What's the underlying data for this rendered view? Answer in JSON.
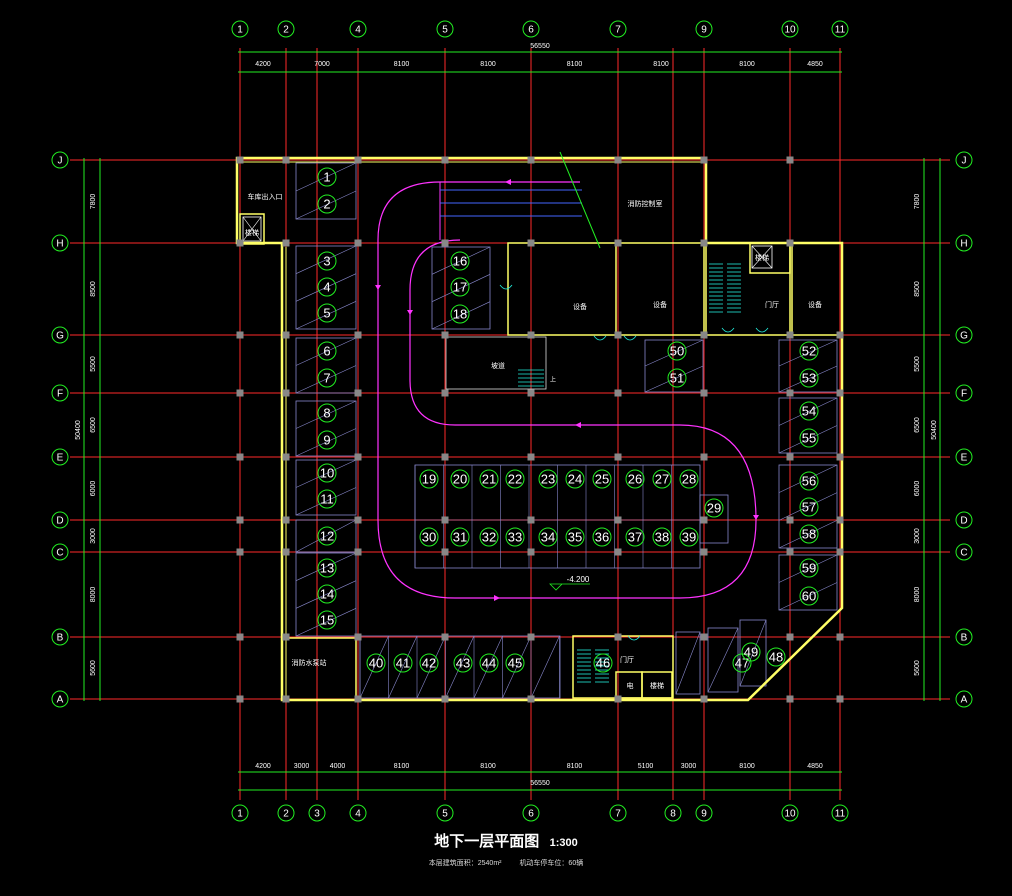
{
  "drawing": {
    "title": "地下一层平面图",
    "scale": "1:300",
    "note_area": "本层建筑面积：2540m²",
    "note_spaces": "机动车停车位：60辆",
    "level_mark": "-4.200"
  },
  "grid": {
    "col_labels_top": [
      "1",
      "2",
      "4",
      "5",
      "6",
      "7",
      "9",
      "10",
      "11"
    ],
    "col_labels_bottom": [
      "1",
      "2",
      "3",
      "4",
      "5",
      "6",
      "7",
      "8",
      "9",
      "10",
      "11"
    ],
    "row_labels": [
      "J",
      "H",
      "G",
      "F",
      "E",
      "D",
      "C",
      "B",
      "A"
    ],
    "top_total": "56550",
    "top_dims": [
      "4200",
      "7000",
      "8100",
      "8100",
      "8100",
      "8100",
      "8100",
      "4850"
    ],
    "bottom_total": "56550",
    "bottom_dims": [
      "4200",
      "3000",
      "4000",
      "8100",
      "8100",
      "8100",
      "5100",
      "3000",
      "8100",
      "4850"
    ],
    "side_dims": [
      "7800",
      "8500",
      "5500",
      "6500",
      "6000",
      "3000",
      "8000",
      "5600"
    ],
    "side_total": "50400"
  },
  "rooms": {
    "r1": "车库出入口",
    "r2": "楼梯",
    "r3": "消防控制室",
    "r4": "设备",
    "r5": "设备",
    "r6": "楼梯",
    "r7": "门厅",
    "r8": "设备",
    "r9": "坡道",
    "r10": "消防水泵站",
    "r11": "门厅",
    "r12": "电",
    "r13": "楼梯"
  },
  "spaces": [
    "1",
    "2",
    "3",
    "4",
    "5",
    "6",
    "7",
    "8",
    "9",
    "10",
    "11",
    "12",
    "13",
    "14",
    "15",
    "16",
    "17",
    "18",
    "19",
    "20",
    "21",
    "22",
    "23",
    "24",
    "25",
    "26",
    "27",
    "28",
    "29",
    "30",
    "31",
    "32",
    "33",
    "34",
    "35",
    "36",
    "37",
    "38",
    "39",
    "40",
    "41",
    "42",
    "43",
    "44",
    "45",
    "46",
    "47",
    "48",
    "49",
    "50",
    "51",
    "52",
    "53",
    "54",
    "55",
    "56",
    "57",
    "58",
    "59",
    "60"
  ],
  "colors": {
    "grid_red": "#ff2a2a",
    "dim_green": "#22ee22",
    "wall_yellow": "#ffff66",
    "route_magenta": "#ff33ff",
    "stair_cyan": "#22eedd",
    "space_lines": "#8888cc",
    "column_gray": "#888888"
  }
}
